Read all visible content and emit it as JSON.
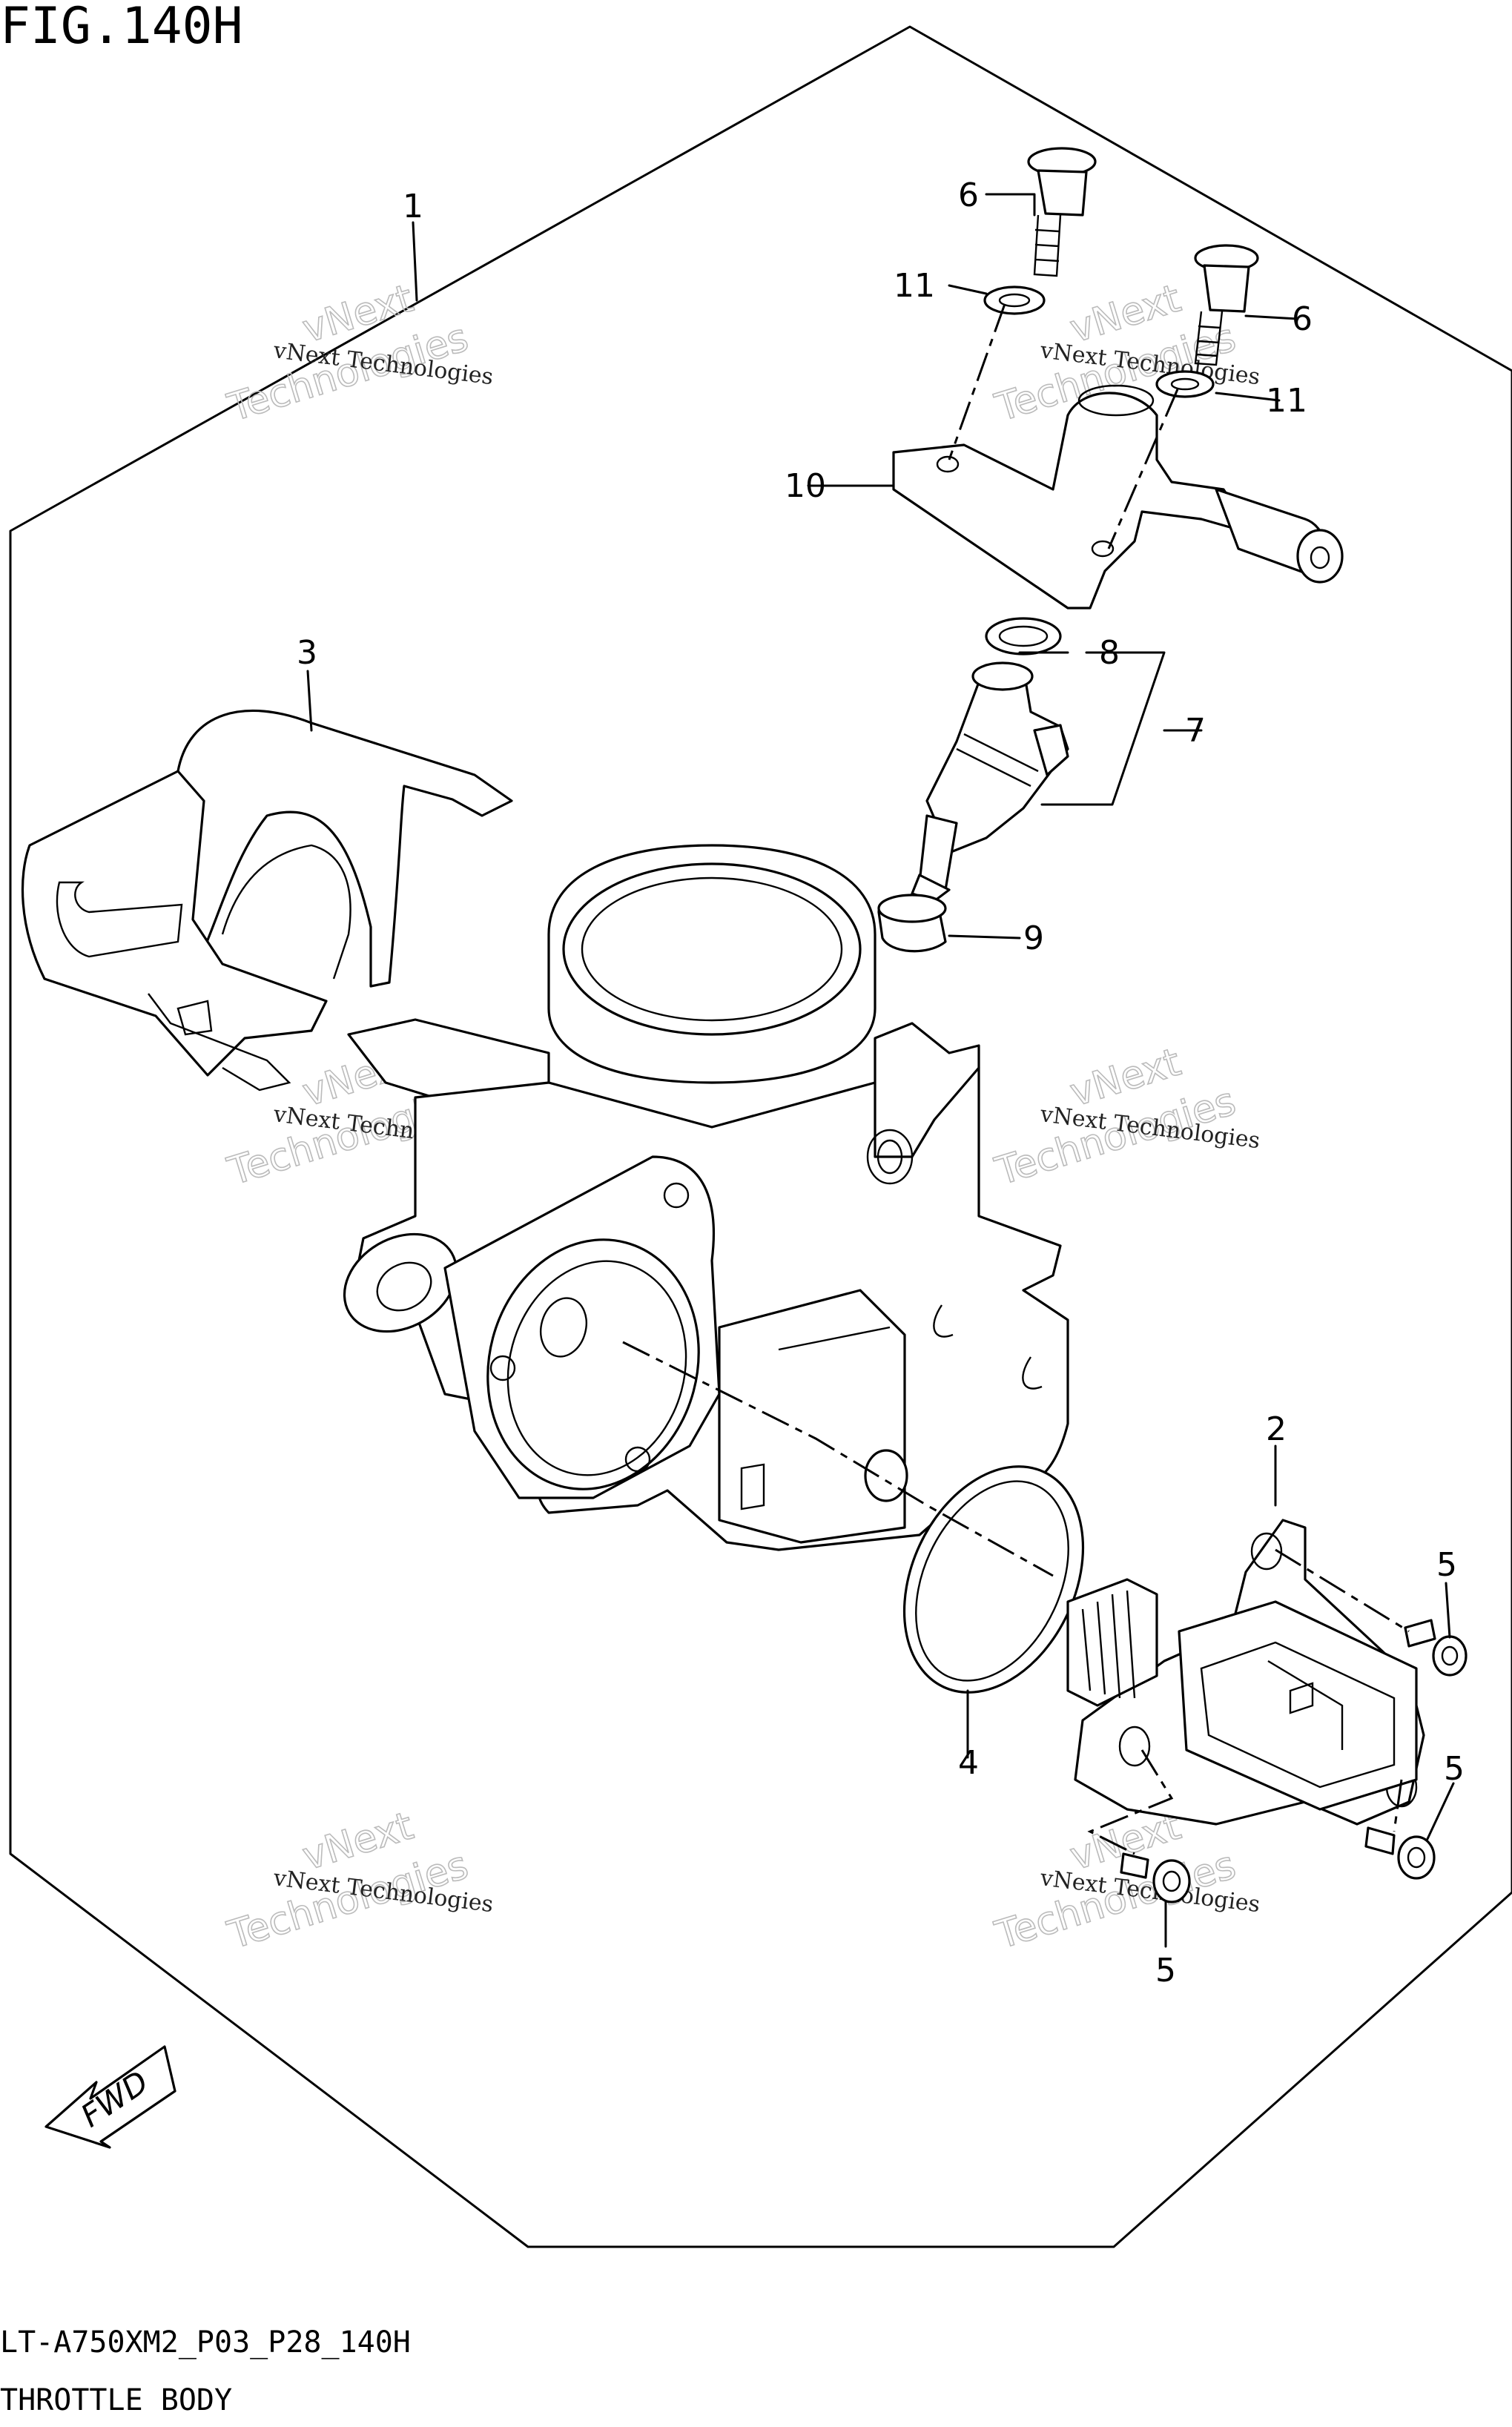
{
  "figure": {
    "title": "FIG.140H",
    "model_code": "LT-A750XM2_P03_P28_140H",
    "caption": "THROTTLE BODY"
  },
  "callouts": [
    {
      "id": "1",
      "label": "1"
    },
    {
      "id": "2",
      "label": "2"
    },
    {
      "id": "3",
      "label": "3"
    },
    {
      "id": "4",
      "label": "4"
    },
    {
      "id": "5a",
      "label": "5"
    },
    {
      "id": "5b",
      "label": "5"
    },
    {
      "id": "5c",
      "label": "5"
    },
    {
      "id": "6a",
      "label": "6"
    },
    {
      "id": "6b",
      "label": "6"
    },
    {
      "id": "7",
      "label": "7"
    },
    {
      "id": "8",
      "label": "8"
    },
    {
      "id": "9",
      "label": "9"
    },
    {
      "id": "10",
      "label": "10"
    },
    {
      "id": "11a",
      "label": "11"
    },
    {
      "id": "11b",
      "label": "11"
    }
  ],
  "watermark": {
    "line1": "vNext Technologies",
    "line2a": "vNext",
    "line2b": "Technologies"
  },
  "fwd_label": "FWD",
  "colors": {
    "ink": "#000000",
    "paper": "#ffffff",
    "watermark": "#bbbbbb"
  }
}
